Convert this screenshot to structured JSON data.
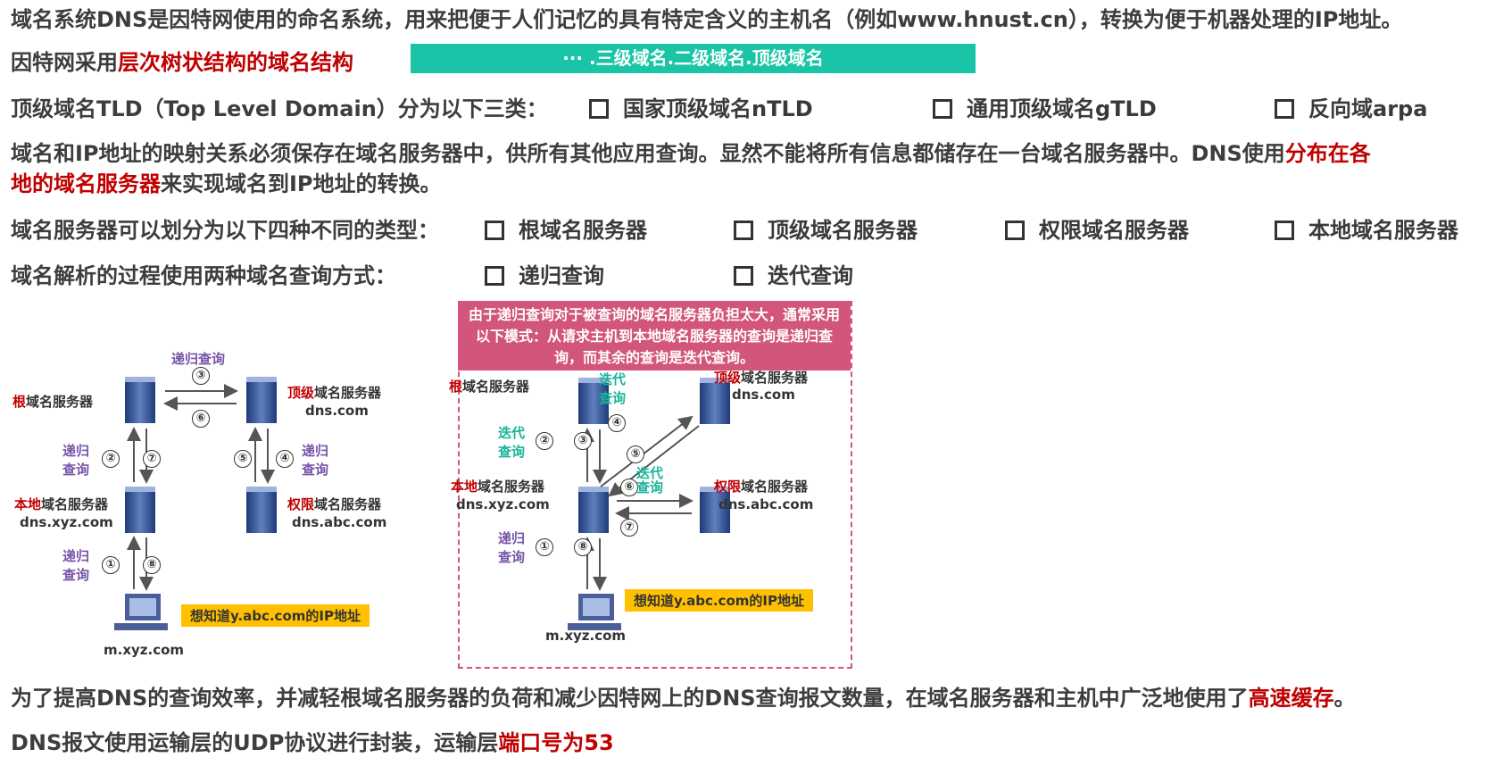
{
  "lines": {
    "l1": "域名系统DNS是因特网使用的命名系统，用来把便于人们记忆的具有特定含义的主机名（例如www.hnust.cn），转换为便于机器处理的IP地址。",
    "l2_prefix": "因特网采用",
    "l2_highlight": "层次树状结构的域名结构",
    "l2_bar": "··· .三级域名.二级域名.顶级域名",
    "l3_prefix": "顶级域名TLD（Top Level Domain）分为以下三类：",
    "l3_options": [
      "国家顶级域名nTLD",
      "通用顶级域名gTLD",
      "反向域arpa"
    ],
    "l4_a": "域名和IP地址的映射关系必须保存在域名服务器中，供所有其他应用查询。显然不能将所有信息都储存在一台域名服务器中。DNS使用",
    "l4_hl1": "分布在各",
    "l4_hl2": "地的域名服务器",
    "l4_b": "来实现域名到IP地址的转换。",
    "l5_prefix": "域名服务器可以划分为以下四种不同的类型：",
    "l5_options": [
      "根域名服务器",
      "顶级域名服务器",
      "权限域名服务器",
      "本地域名服务器"
    ],
    "l6_prefix": "域名解析的过程使用两种域名查询方式：",
    "l6_options": [
      "递归查询",
      "迭代查询"
    ],
    "l7_a": "为了提高DNS的查询效率，并减轻根域名服务器的负荷和减少因特网上的DNS查询报文数量，在域名服务器和主机中广泛地使用了",
    "l7_hl": "高速缓存",
    "l7_b": "。",
    "l8_a": "DNS报文使用运输层的UDP协议进行封装，运输层",
    "l8_hl": "端口号为53"
  },
  "diagram_left": {
    "root_r": "根",
    "root_rest": "域名服务器",
    "tld_r": "顶级",
    "tld_rest": "域名服务器",
    "tld_host": "dns.com",
    "local_r": "本地",
    "local_rest": "域名服务器",
    "local_host": "dns.xyz.com",
    "auth_r": "权限",
    "auth_rest": "域名服务器",
    "auth_host": "dns.abc.com",
    "client_host": "m.xyz.com",
    "query_label": "想知道y.abc.com的IP地址",
    "recursive1": "递归",
    "recursive2": "查询",
    "top_recursive": "递归查询",
    "nums": [
      "①",
      "②",
      "③",
      "④",
      "⑤",
      "⑥",
      "⑦",
      "⑧"
    ]
  },
  "diagram_right": {
    "note": "由于递归查询对于被查询的域名服务器负担太大，通常采用以下模式：从请求主机到本地域名服务器的查询是递归查询，而其余的查询是迭代查询。",
    "iter1": "迭代",
    "iter2": "查询",
    "recursive1": "递归",
    "recursive2": "查询"
  },
  "colors": {
    "accent_red": "#c00000",
    "teal": "#19c5a6",
    "pink": "#d2557b",
    "yellow": "#ffc000",
    "purple": "#7755a8"
  }
}
